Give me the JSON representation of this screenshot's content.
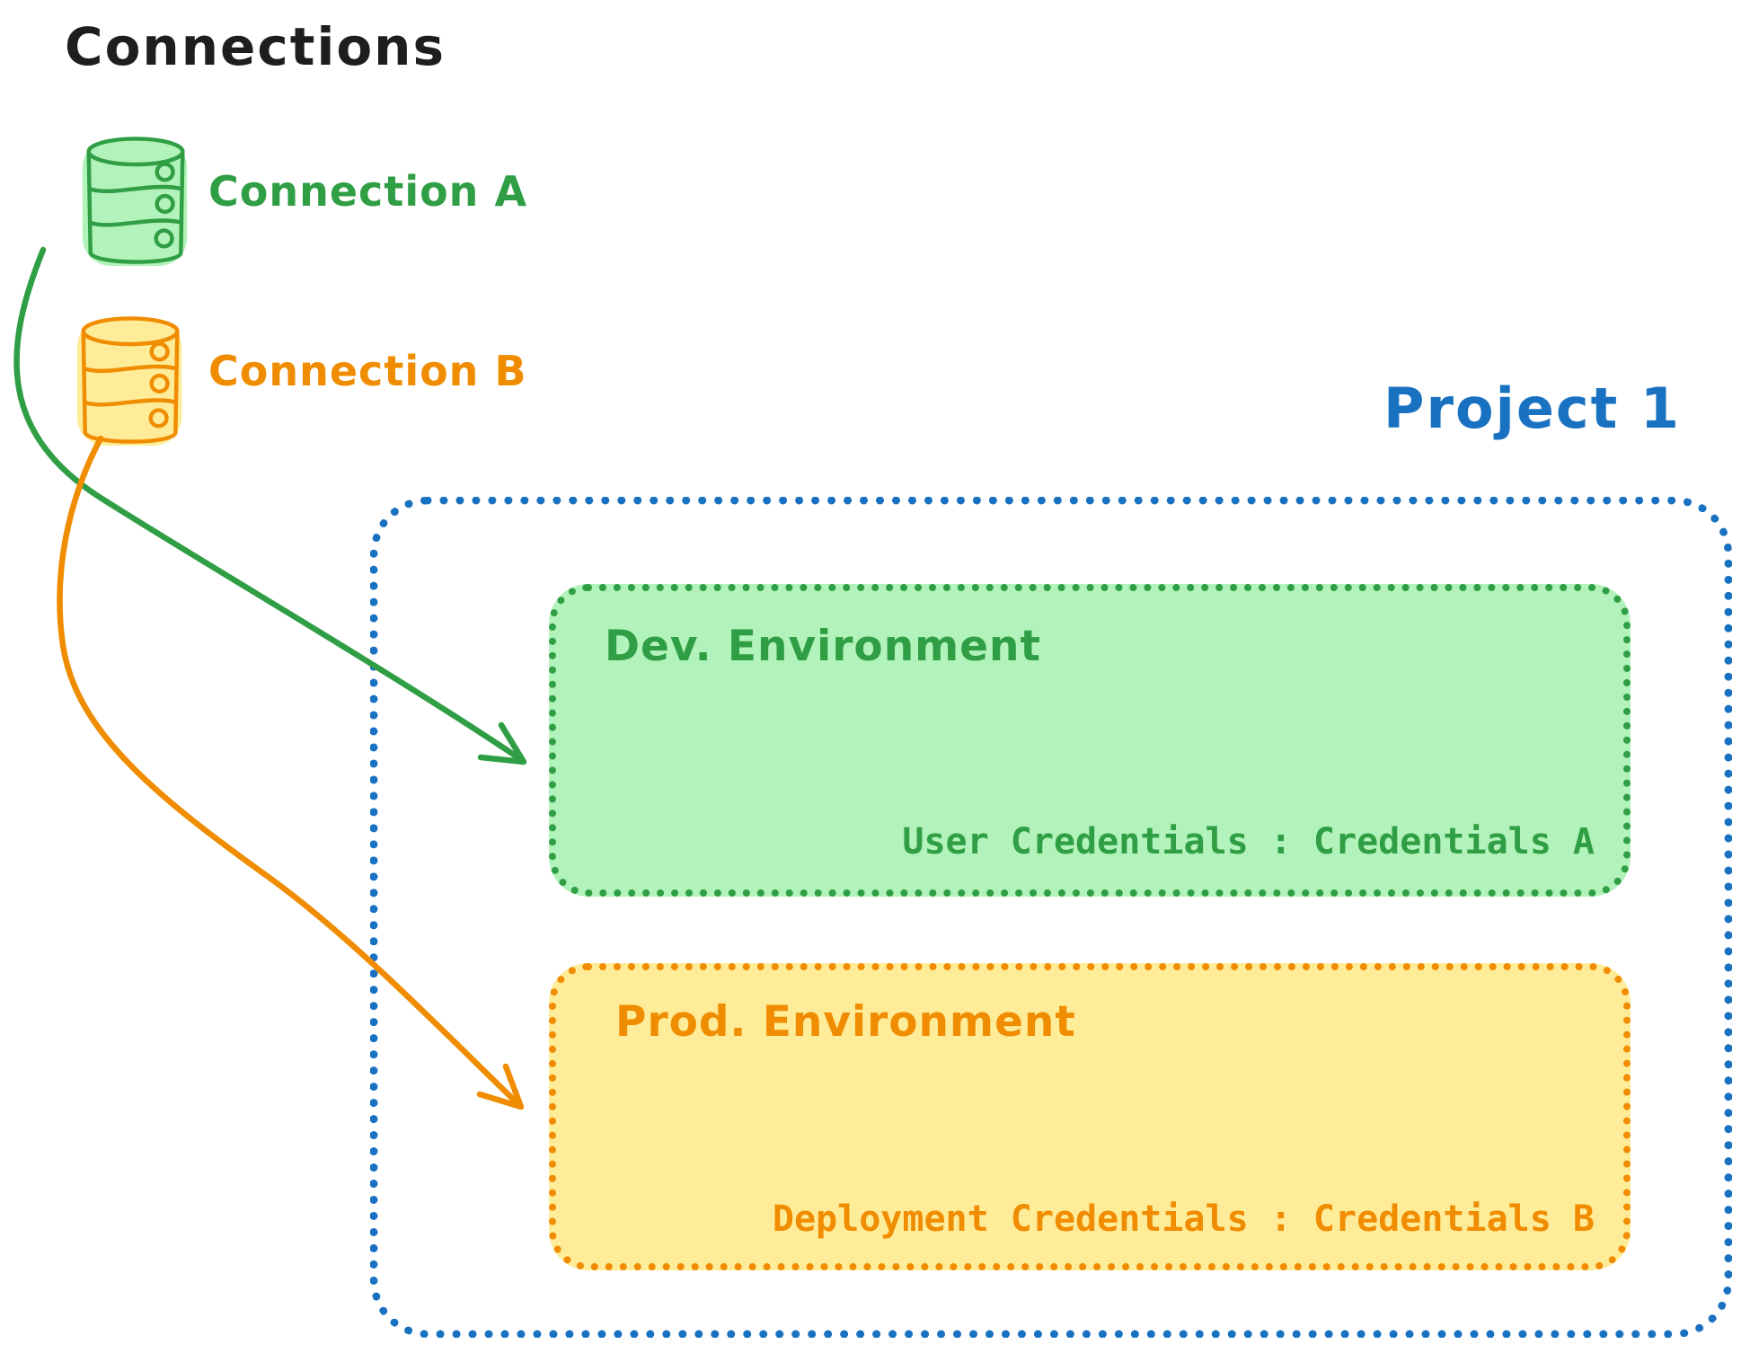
{
  "diagram": {
    "title": "Connections",
    "connections": [
      {
        "label": "Connection A",
        "icon": "database-icon",
        "stroke_color": "#2f9e44",
        "fill_color": "#b2f2bb"
      },
      {
        "label": "Connection B",
        "icon": "database-icon",
        "stroke_color": "#f08c00",
        "fill_color": "#ffec99"
      }
    ],
    "project": {
      "label": "Project 1",
      "border_color": "#1971c2",
      "environments": [
        {
          "name": "Dev. Environment",
          "credentials": "User Credentials : Credentials A",
          "stroke_color": "#2f9e44",
          "fill_color": "#b2f2bb"
        },
        {
          "name": "Prod. Environment",
          "credentials": "Deployment Credentials : Credentials B",
          "stroke_color": "#f08c00",
          "fill_color": "#ffec99"
        }
      ]
    },
    "arrows": [
      {
        "from": "Connection A",
        "to": "Dev. Environment",
        "color": "#2f9e44"
      },
      {
        "from": "Connection B",
        "to": "Prod. Environment",
        "color": "#f08c00"
      }
    ]
  }
}
